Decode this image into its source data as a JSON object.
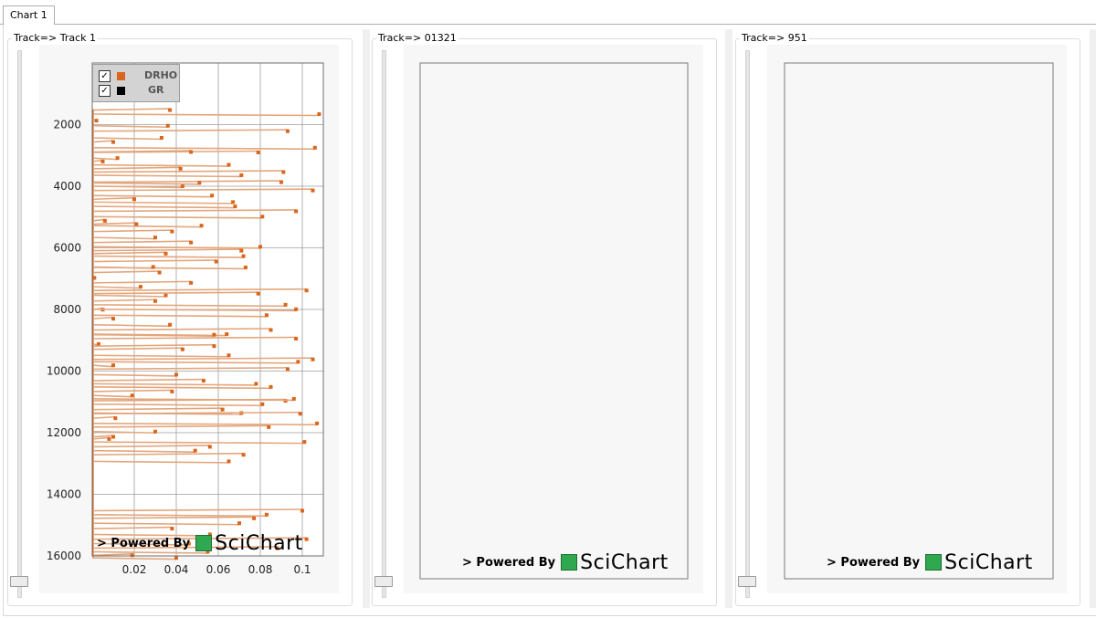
{
  "tabs": [
    {
      "label": "Chart 1"
    }
  ],
  "tracks": [
    {
      "label": "Track=> Track 1"
    },
    {
      "label": "Track=> 01321"
    },
    {
      "label": "Track=> 951"
    }
  ],
  "watermark": {
    "powered": "> Powered By",
    "brand": "SciChart"
  },
  "colors": {
    "drho": "#d9661c",
    "gr": "#000000",
    "grid": "#9e9e9e",
    "plot_bg": "#f7f7f7"
  },
  "chart_data": [
    {
      "type": "line",
      "orientation": "depth-vertical",
      "xlim": [
        0,
        0.11
      ],
      "ylim": [
        0,
        16000
      ],
      "y_inverted": true,
      "x_ticks": [
        "0.02",
        "0.04",
        "0.06",
        "0.08",
        "0.1"
      ],
      "y_ticks": [
        "2000",
        "4000",
        "6000",
        "8000",
        "10000",
        "12000",
        "14000",
        "16000"
      ],
      "grid": true,
      "legend": {
        "placement": "top-left",
        "entries": [
          {
            "name": "DRHO",
            "checked": true,
            "color": "#d9661c"
          },
          {
            "name": "GR",
            "checked": true,
            "color": "#000000"
          }
        ]
      },
      "series": [
        {
          "name": "DRHO",
          "color": "#d9661c",
          "x": [
            0.037,
            0.108,
            0.002,
            0.036,
            0.093,
            0.033,
            0.01,
            0.106,
            0.079,
            0.012,
            0.005,
            0.065,
            0.042,
            0.071,
            0.09,
            0.043,
            0.105,
            0.057,
            0.02,
            0.068,
            0.097,
            0.081,
            0.006,
            0.052,
            0.038,
            0.03,
            0.047,
            0.08,
            0.071,
            0.072,
            0.059,
            0.073,
            0.032,
            0.001,
            0.047,
            0.023,
            0.102,
            0.035,
            0.03,
            0.092,
            0.005,
            0.083,
            0.01,
            0.037,
            0.085,
            0.064,
            0.097,
            0.003,
            0.043,
            0.065,
            0.105,
            0.01,
            0.093,
            0.04,
            0.053,
            0.085,
            0.038,
            0.019,
            0.092,
            0.081,
            0.062,
            0.071,
            0.011,
            0.107,
            0.084,
            0.03,
            0.01,
            0.101,
            0.056,
            0.049,
            0.072,
            0.065,
            0.1,
            0.083,
            0.077,
            0.07,
            0.038,
            0.056,
            0.102,
            0.046,
            0.088,
            0.055,
            0.019,
            0.04,
            0.091,
            0.029,
            0.058,
            0.078,
            0.008,
            0.097,
            0.021,
            0.067,
            0.047,
            0.058,
            0.099,
            0.098,
            0.035,
            0.051,
            0.079,
            0.096
          ],
          "y": [
            1528,
            1659,
            1872,
            2037,
            2213,
            2430,
            2566,
            2749,
            2904,
            3086,
            3196,
            3305,
            3431,
            3643,
            3868,
            3997,
            4138,
            4303,
            4422,
            4654,
            4813,
            4987,
            5123,
            5279,
            5470,
            5663,
            5828,
            5966,
            6092,
            6269,
            6445,
            6636,
            6801,
            6975,
            7137,
            7263,
            7384,
            7541,
            7726,
            7848,
            8006,
            8186,
            8300,
            8497,
            8667,
            8801,
            8948,
            9122,
            9295,
            9489,
            9621,
            9812,
            9937,
            10116,
            10312,
            10514,
            10664,
            10792,
            10965,
            11075,
            11249,
            11362,
            11530,
            11698,
            11818,
            11963,
            12135,
            12300,
            12458,
            12582,
            12718,
            12930,
            14533,
            14661,
            14780,
            14939,
            15114,
            15303,
            15457,
            15600,
            15747,
            15866,
            15979,
            16063,
            3542,
            6620,
            9190,
            10412,
            12204,
            7994,
            5231,
            4515,
            2889,
            8820,
            11385,
            9698,
            6187,
            3890,
            7487,
            10901
          ]
        }
      ]
    },
    {
      "type": "line",
      "series": []
    },
    {
      "type": "line",
      "series": []
    }
  ]
}
